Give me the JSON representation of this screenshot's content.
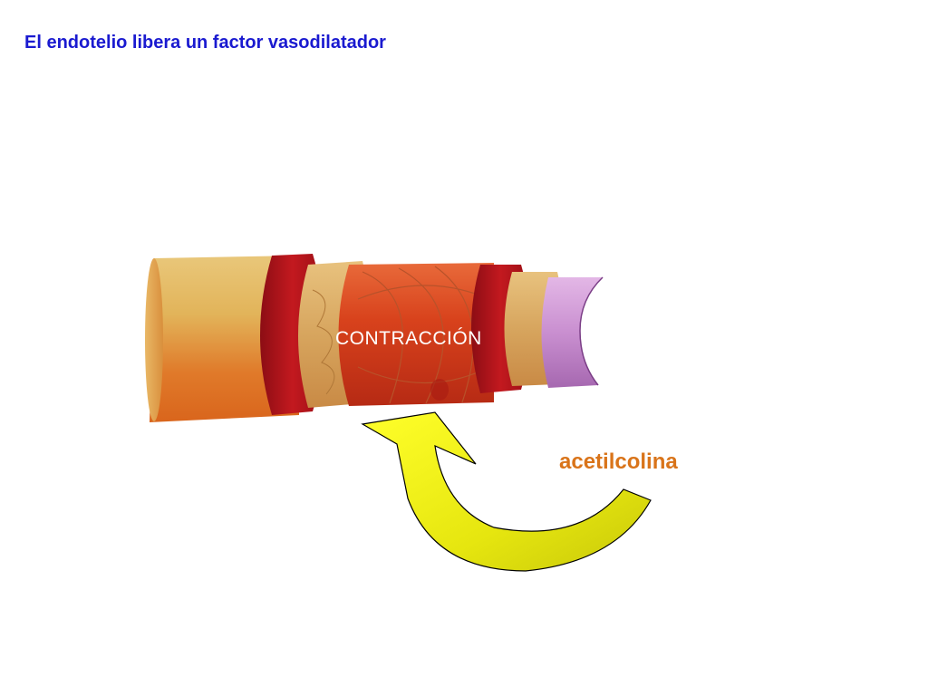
{
  "slide": {
    "title": "El endotelio libera un factor vasodilatador",
    "state_label": "CONTRACCIÓN",
    "agent_label": "acetilcolina"
  },
  "colors": {
    "title": "#1a1ad0",
    "agent_label": "#d9741a",
    "state_label": "#ffffff",
    "arrow_fill": "#e6e60f",
    "adventitia": "#e2b45a",
    "media_ring": "#b3141a",
    "smooth_muscle": "#d8421c",
    "endothelium": "#c98fd0"
  }
}
